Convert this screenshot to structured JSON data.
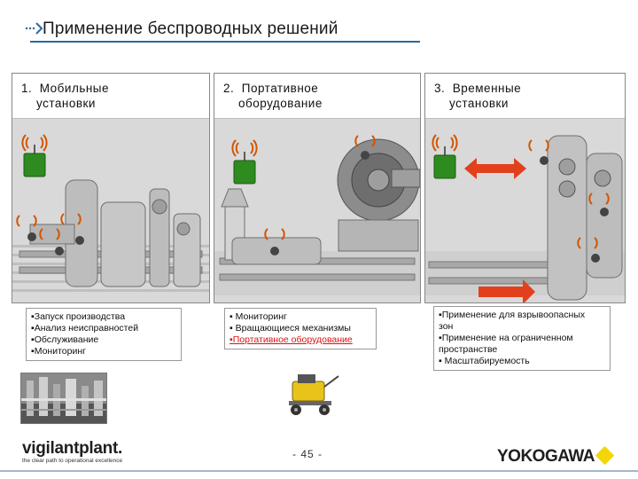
{
  "slide": {
    "title": "Применение беспроводных решений",
    "page_number": "- 45 -"
  },
  "panels": [
    {
      "title": "1.  Мобильные\n    установки",
      "notes": [
        "▪Запуск производства",
        "▪Анализ неисправностей",
        "▪Обслуживание",
        "▪Мониторинг"
      ]
    },
    {
      "title": "2.  Портативное\n    оборудование",
      "notes": [
        "▪ Мониторинг",
        "▪ Вращающиеся механизмы",
        "▪Портативное оборудование"
      ]
    },
    {
      "title": "3.  Временные\n    установки",
      "notes": [
        "▪Применение для взрывоопасных",
        "зон",
        "▪Применение на ограниченном",
        "пространстве",
        "▪ Масштабируемость"
      ]
    }
  ],
  "logos": {
    "left_brand": "vigilantplant.",
    "left_tagline": "the clear path to operational excellence",
    "right_brand": "YOKOGAWA"
  },
  "colors": {
    "accent_blue": "#2a6a9e",
    "device_green": "#2e8b1f",
    "signal_orange": "#d35400",
    "arrow_red": "#e2401c",
    "highlight_red": "#dd1111",
    "yokogawa_yellow": "#f2d60a"
  }
}
